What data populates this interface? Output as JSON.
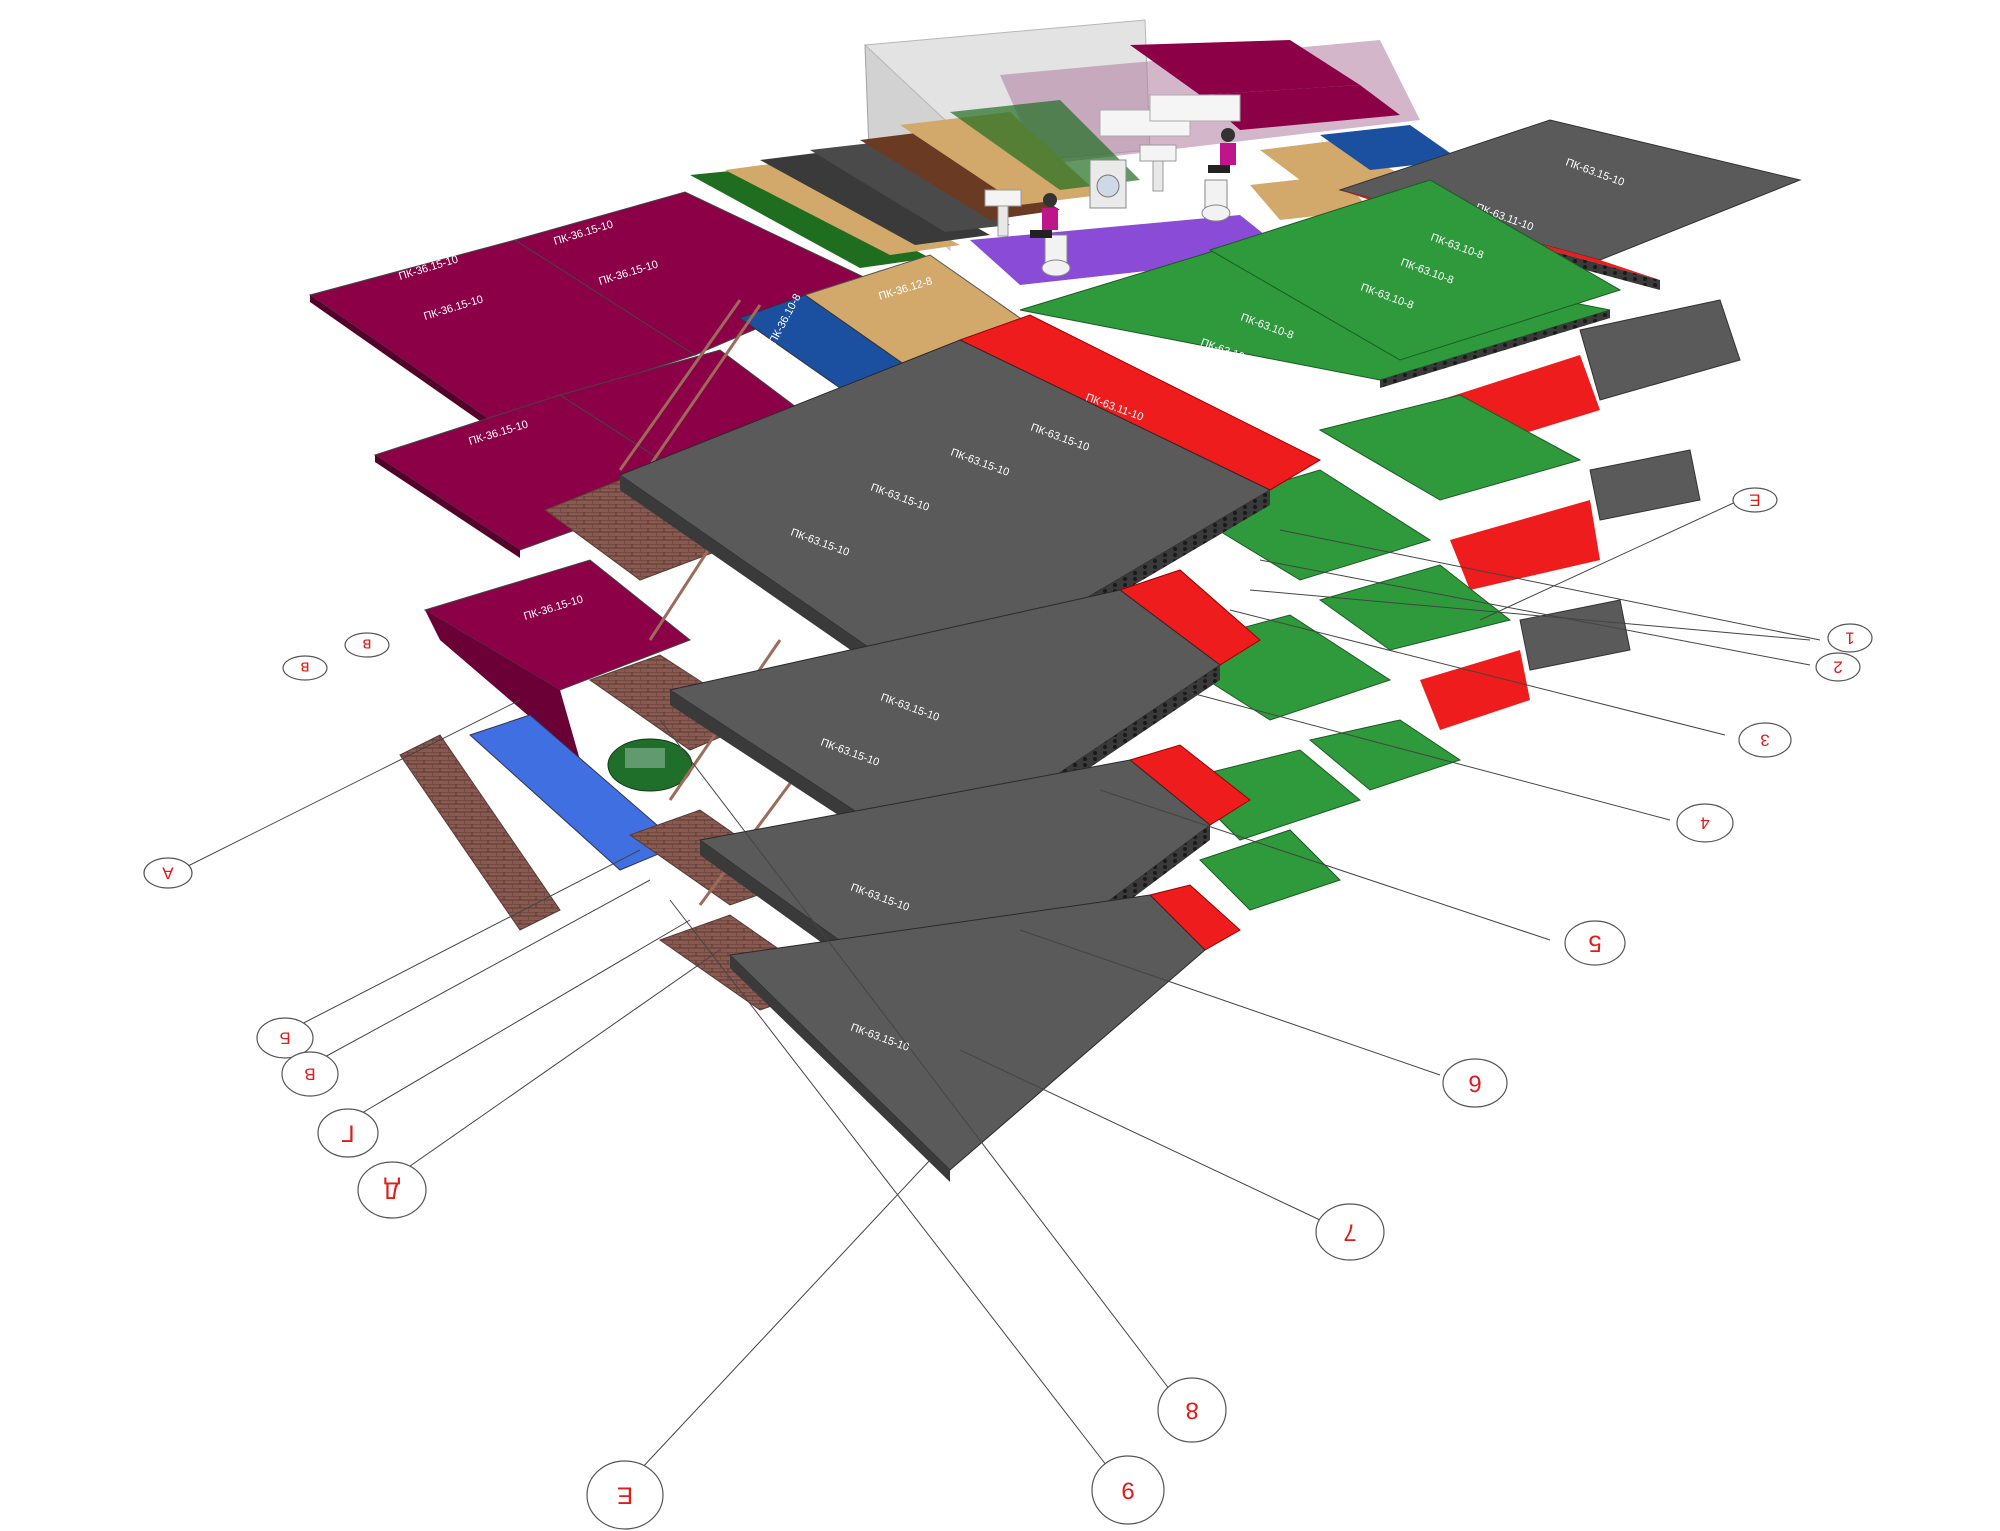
{
  "colors": {
    "slab_gray": "#5a5a5a",
    "slab_green": "#2e9a3c",
    "slab_red": "#ee1c1c",
    "slab_magenta": "#8c0047",
    "slab_blue": "#1b4fa0",
    "slab_tan": "#d2a96a",
    "slab_darkgreen": "#1f6e1f",
    "slab_brown": "#6b3a22",
    "slab_purple": "#8a4bd6",
    "parking_blue": "#3f6fe0",
    "brick": "#8a5a50",
    "axis_text": "#e41a1a"
  },
  "slab_labels": {
    "gray_long": "ПК-63.15-10",
    "green": "ПК-63.10-8",
    "red": "ПК-63.11-10",
    "magenta": "ПК-36.15-10",
    "tan": "ПК-36.12-8",
    "blue": "ПК-36.10-8",
    "gray_short": "ПК-63.15-10"
  },
  "axes_numeric": [
    "1",
    "2",
    "3",
    "4",
    "5",
    "6",
    "7",
    "8",
    "9"
  ],
  "axes_letter": [
    "А",
    "Б",
    "В",
    "Г",
    "Д",
    "Е"
  ],
  "axes_small": [
    "в",
    "в",
    "Е"
  ],
  "icons": [
    "person-icon",
    "toilet-icon",
    "sink-icon",
    "washing-machine-icon",
    "car-icon",
    "stair-icon"
  ]
}
